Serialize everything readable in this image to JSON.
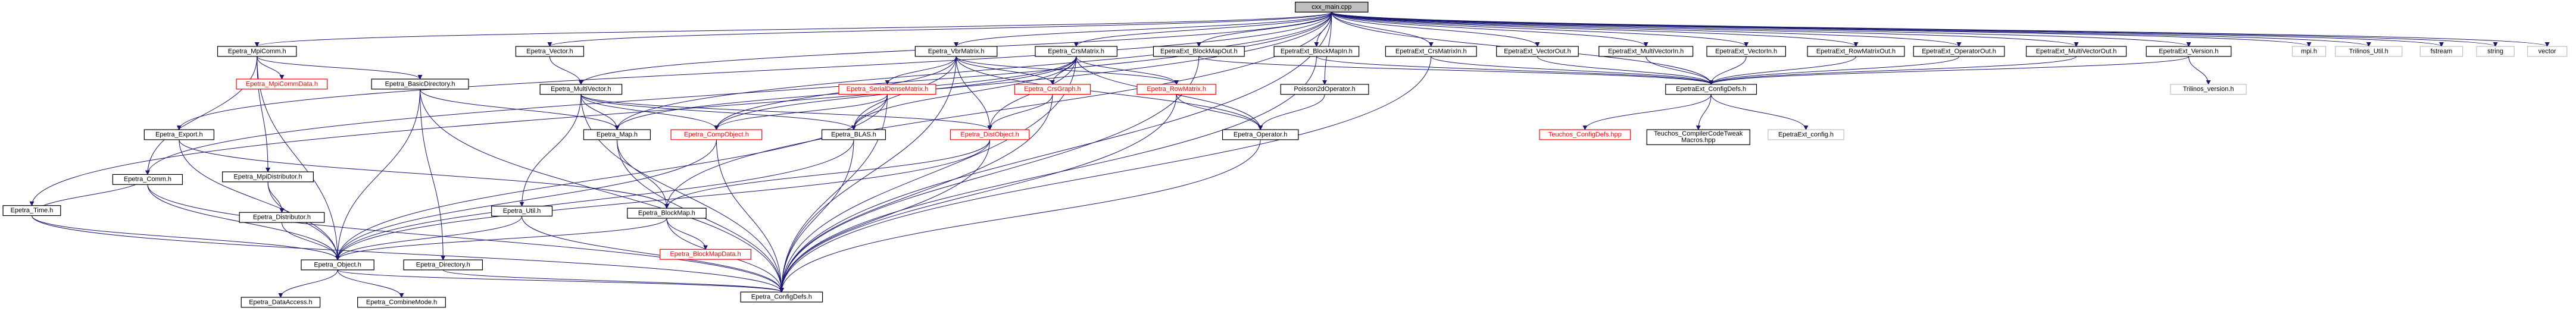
{
  "graph": {
    "root": "cxx_main.cpp",
    "nodes": [
      {
        "id": "cxx_main",
        "label": "cxx_main.cpp",
        "style": "root"
      },
      {
        "id": "mpicomm",
        "label": "Epetra_MpiComm.h",
        "style": "normal"
      },
      {
        "id": "mpicommdata",
        "label": "Epetra_MpiCommData.h",
        "style": "red"
      },
      {
        "id": "basicdir",
        "label": "Epetra_BasicDirectory.h",
        "style": "normal"
      },
      {
        "id": "time",
        "label": "Epetra_Time.h",
        "style": "normal"
      },
      {
        "id": "export",
        "label": "Epetra_Export.h",
        "style": "normal"
      },
      {
        "id": "mpidist",
        "label": "Epetra_MpiDistributor.h",
        "style": "normal"
      },
      {
        "id": "distributor",
        "label": "Epetra_Distributor.h",
        "style": "normal"
      },
      {
        "id": "comm",
        "label": "Epetra_Comm.h",
        "style": "normal"
      },
      {
        "id": "object",
        "label": "Epetra_Object.h",
        "style": "normal"
      },
      {
        "id": "dataaccess",
        "label": "Epetra_DataAccess.h",
        "style": "normal"
      },
      {
        "id": "combinemode",
        "label": "Epetra_CombineMode.h",
        "style": "normal"
      },
      {
        "id": "configdefs",
        "label": "Epetra_ConfigDefs.h",
        "style": "normal"
      },
      {
        "id": "vector",
        "label": "Epetra_Vector.h",
        "style": "normal"
      },
      {
        "id": "multivector",
        "label": "Epetra_MultiVector.h",
        "style": "normal"
      },
      {
        "id": "util",
        "label": "Epetra_Util.h",
        "style": "normal"
      },
      {
        "id": "directory",
        "label": "Epetra_Directory.h",
        "style": "normal"
      },
      {
        "id": "map",
        "label": "Epetra_Map.h",
        "style": "normal"
      },
      {
        "id": "blockmap",
        "label": "Epetra_BlockMap.h",
        "style": "normal"
      },
      {
        "id": "blockmapdata",
        "label": "Epetra_BlockMapData.h",
        "style": "red"
      },
      {
        "id": "compobject",
        "label": "Epetra_CompObject.h",
        "style": "red"
      },
      {
        "id": "blas",
        "label": "Epetra_BLAS.h",
        "style": "normal"
      },
      {
        "id": "vbrmatrix",
        "label": "Epetra_VbrMatrix.h",
        "style": "normal"
      },
      {
        "id": "crsmatrix",
        "label": "Epetra_CrsMatrix.h",
        "style": "normal"
      },
      {
        "id": "serialdense",
        "label": "Epetra_SerialDenseMatrix.h",
        "style": "red"
      },
      {
        "id": "crsgraph",
        "label": "Epetra_CrsGraph.h",
        "style": "red"
      },
      {
        "id": "rowmatrix",
        "label": "Epetra_RowMatrix.h",
        "style": "red"
      },
      {
        "id": "distobject",
        "label": "Epetra_DistObject.h",
        "style": "red"
      },
      {
        "id": "operator",
        "label": "Epetra_Operator.h",
        "style": "normal"
      },
      {
        "id": "poisson",
        "label": "Poisson2dOperator.h",
        "style": "normal"
      },
      {
        "id": "ext_blockmapout",
        "label": "EpetraExt_BlockMapOut.h",
        "style": "normal"
      },
      {
        "id": "ext_blockmapin",
        "label": "EpetraExt_BlockMapIn.h",
        "style": "normal"
      },
      {
        "id": "ext_crsmatrixin",
        "label": "EpetraExt_CrsMatrixIn.h",
        "style": "normal"
      },
      {
        "id": "ext_vectorout",
        "label": "EpetraExt_VectorOut.h",
        "style": "normal"
      },
      {
        "id": "ext_multivectorin",
        "label": "EpetraExt_MultiVectorIn.h",
        "style": "normal"
      },
      {
        "id": "ext_vectorin",
        "label": "EpetraExt_VectorIn.h",
        "style": "normal"
      },
      {
        "id": "ext_rowmatrixout",
        "label": "EpetraExt_RowMatrixOut.h",
        "style": "normal"
      },
      {
        "id": "ext_operatorout",
        "label": "EpetraExt_OperatorOut.h",
        "style": "normal"
      },
      {
        "id": "ext_multivectorout",
        "label": "EpetraExt_MultiVectorOut.h",
        "style": "normal"
      },
      {
        "id": "ext_version",
        "label": "EpetraExt_Version.h",
        "style": "normal"
      },
      {
        "id": "ext_configdefs",
        "label": "EpetraExt_ConfigDefs.h",
        "style": "normal"
      },
      {
        "id": "teuchos_configdefs",
        "label": "Teuchos_ConfigDefs.hpp",
        "style": "red"
      },
      {
        "id": "teuchos_tweak",
        "label": "Teuchos_CompilerCodeTweak\nMacros.hpp",
        "style": "normal"
      },
      {
        "id": "ext_config",
        "label": "EpetraExt_config.h",
        "style": "gray"
      },
      {
        "id": "trilinos_version",
        "label": "Trilinos_version.h",
        "style": "gray"
      },
      {
        "id": "mpi",
        "label": "mpi.h",
        "style": "gray"
      },
      {
        "id": "trilinos_util",
        "label": "Trilinos_Util.h",
        "style": "gray"
      },
      {
        "id": "fstream",
        "label": "fstream",
        "style": "gray"
      },
      {
        "id": "string",
        "label": "string",
        "style": "gray"
      },
      {
        "id": "vectorstd",
        "label": "vector",
        "style": "gray"
      }
    ],
    "edges": [
      [
        "cxx_main",
        "mpicomm"
      ],
      [
        "cxx_main",
        "time"
      ],
      [
        "cxx_main",
        "export"
      ],
      [
        "cxx_main",
        "vector"
      ],
      [
        "cxx_main",
        "multivector"
      ],
      [
        "cxx_main",
        "map"
      ],
      [
        "cxx_main",
        "blockmap"
      ],
      [
        "cxx_main",
        "vbrmatrix"
      ],
      [
        "cxx_main",
        "crsmatrix"
      ],
      [
        "cxx_main",
        "poisson"
      ],
      [
        "cxx_main",
        "ext_blockmapout"
      ],
      [
        "cxx_main",
        "ext_blockmapin"
      ],
      [
        "cxx_main",
        "ext_crsmatrixin"
      ],
      [
        "cxx_main",
        "ext_vectorout"
      ],
      [
        "cxx_main",
        "ext_multivectorin"
      ],
      [
        "cxx_main",
        "ext_vectorin"
      ],
      [
        "cxx_main",
        "ext_rowmatrixout"
      ],
      [
        "cxx_main",
        "ext_operatorout"
      ],
      [
        "cxx_main",
        "ext_multivectorout"
      ],
      [
        "cxx_main",
        "ext_version"
      ],
      [
        "cxx_main",
        "mpi"
      ],
      [
        "cxx_main",
        "trilinos_util"
      ],
      [
        "cxx_main",
        "fstream"
      ],
      [
        "cxx_main",
        "string"
      ],
      [
        "cxx_main",
        "vectorstd"
      ],
      [
        "cxx_main",
        "ext_configdefs"
      ],
      [
        "cxx_main",
        "comm"
      ],
      [
        "cxx_main",
        "configdefs"
      ],
      [
        "mpicomm",
        "mpicommdata"
      ],
      [
        "mpicomm",
        "basicdir"
      ],
      [
        "mpicomm",
        "mpidist"
      ],
      [
        "mpicomm",
        "comm"
      ],
      [
        "mpicomm",
        "object"
      ],
      [
        "basicdir",
        "object"
      ],
      [
        "basicdir",
        "directory"
      ],
      [
        "basicdir",
        "map"
      ],
      [
        "basicdir",
        "configdefs"
      ],
      [
        "time",
        "comm"
      ],
      [
        "time",
        "object"
      ],
      [
        "time",
        "configdefs"
      ],
      [
        "export",
        "object"
      ],
      [
        "export",
        "blockmap"
      ],
      [
        "mpidist",
        "distributor"
      ],
      [
        "mpidist",
        "object"
      ],
      [
        "distributor",
        "object"
      ],
      [
        "comm",
        "object"
      ],
      [
        "comm",
        "configdefs"
      ],
      [
        "object",
        "dataaccess"
      ],
      [
        "object",
        "combinemode"
      ],
      [
        "object",
        "configdefs"
      ],
      [
        "vector",
        "multivector"
      ],
      [
        "multivector",
        "util"
      ],
      [
        "multivector",
        "map"
      ],
      [
        "multivector",
        "compobject"
      ],
      [
        "multivector",
        "blas"
      ],
      [
        "multivector",
        "distobject"
      ],
      [
        "multivector",
        "configdefs"
      ],
      [
        "util",
        "object"
      ],
      [
        "util",
        "configdefs"
      ],
      [
        "directory",
        "configdefs"
      ],
      [
        "map",
        "blockmap"
      ],
      [
        "map",
        "configdefs"
      ],
      [
        "blockmap",
        "object"
      ],
      [
        "blockmap",
        "blockmapdata"
      ],
      [
        "blockmap",
        "configdefs"
      ],
      [
        "compobject",
        "object"
      ],
      [
        "compobject",
        "configdefs"
      ],
      [
        "blas",
        "object"
      ],
      [
        "blas",
        "configdefs"
      ],
      [
        "vbrmatrix",
        "serialdense"
      ],
      [
        "vbrmatrix",
        "crsgraph"
      ],
      [
        "vbrmatrix",
        "rowmatrix"
      ],
      [
        "vbrmatrix",
        "operator"
      ],
      [
        "vbrmatrix",
        "compobject"
      ],
      [
        "vbrmatrix",
        "blas"
      ],
      [
        "vbrmatrix",
        "distobject"
      ],
      [
        "vbrmatrix",
        "configdefs"
      ],
      [
        "crsmatrix",
        "crsgraph"
      ],
      [
        "crsmatrix",
        "rowmatrix"
      ],
      [
        "crsmatrix",
        "distobject"
      ],
      [
        "crsmatrix",
        "compobject"
      ],
      [
        "crsmatrix",
        "blas"
      ],
      [
        "crsmatrix",
        "operator"
      ],
      [
        "crsmatrix",
        "map"
      ],
      [
        "crsmatrix",
        "configdefs"
      ],
      [
        "serialdense",
        "object"
      ],
      [
        "serialdense",
        "compobject"
      ],
      [
        "serialdense",
        "blas"
      ],
      [
        "serialdense",
        "configdefs"
      ],
      [
        "crsgraph",
        "distobject"
      ],
      [
        "crsgraph",
        "configdefs"
      ],
      [
        "rowmatrix",
        "operator"
      ],
      [
        "rowmatrix",
        "configdefs"
      ],
      [
        "distobject",
        "blockmap"
      ],
      [
        "distobject",
        "object"
      ],
      [
        "distobject",
        "configdefs"
      ],
      [
        "operator",
        "configdefs"
      ],
      [
        "poisson",
        "operator"
      ],
      [
        "ext_blockmapout",
        "ext_configdefs"
      ],
      [
        "ext_blockmapin",
        "ext_configdefs"
      ],
      [
        "ext_crsmatrixin",
        "ext_configdefs"
      ],
      [
        "ext_vectorout",
        "ext_configdefs"
      ],
      [
        "ext_multivectorin",
        "ext_configdefs"
      ],
      [
        "ext_vectorin",
        "ext_configdefs"
      ],
      [
        "ext_rowmatrixout",
        "ext_configdefs"
      ],
      [
        "ext_operatorout",
        "ext_configdefs"
      ],
      [
        "ext_multivectorout",
        "ext_configdefs"
      ],
      [
        "ext_version",
        "ext_configdefs"
      ],
      [
        "ext_version",
        "trilinos_version"
      ],
      [
        "ext_configdefs",
        "teuchos_configdefs"
      ],
      [
        "ext_configdefs",
        "teuchos_tweak"
      ],
      [
        "ext_configdefs",
        "ext_config"
      ],
      [
        "ext_blockmapout",
        "configdefs"
      ],
      [
        "ext_blockmapin",
        "configdefs"
      ],
      [
        "ext_crsmatrixin",
        "configdefs"
      ]
    ],
    "colors": {
      "edge": "#191970",
      "border": "#000000",
      "missing": "#ff0000",
      "external": "#bfbfbf",
      "root_fill": "#bfbfbf"
    }
  }
}
